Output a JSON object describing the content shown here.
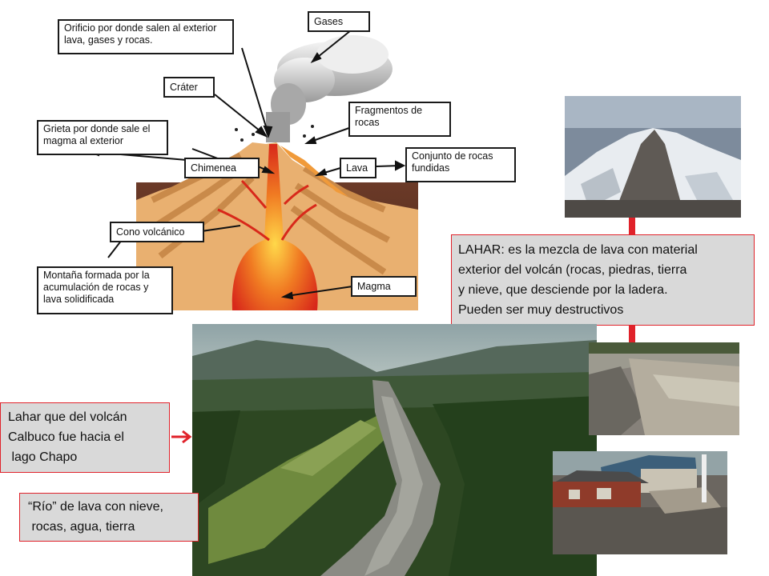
{
  "diagram": {
    "labels": {
      "orificio": "Orificio por donde salen al exterior lava, gases y rocas.",
      "gases": "Gases",
      "crater": "Cráter",
      "fragmentos": "Fragmentos de rocas",
      "grieta": "Grieta por donde sale el magma al exterior",
      "chimenea": "Chimenea",
      "lava": "Lava",
      "conjunto": "Conjunto de rocas fundidas",
      "cono": "Cono volcánico",
      "montana": "Montaña formada por la acumulación de rocas y lava solidificada",
      "magma": "Magma"
    }
  },
  "callouts": {
    "lahar_line1": "LAHAR: es la mezcla de lava con material",
    "lahar_line2": "exterior del volcán (rocas, piedras, tierra",
    "lahar_line3": "y nieve, que desciende por la ladera.",
    "lahar_line4": "Pueden ser muy destructivos",
    "calbuco_line1": "Lahar que del volcán",
    "calbuco_line2": "Calbuco fue hacia el",
    "calbuco_line3": " lago Chapo",
    "rio_line1": "“Río” de lava con nieve,",
    "rio_line2": " rocas, agua, tierra"
  },
  "colors": {
    "accent_red": "#e0222a",
    "callout_bg": "#d9d9d9",
    "magma": "#e8321e",
    "cone": "#e9b070"
  }
}
